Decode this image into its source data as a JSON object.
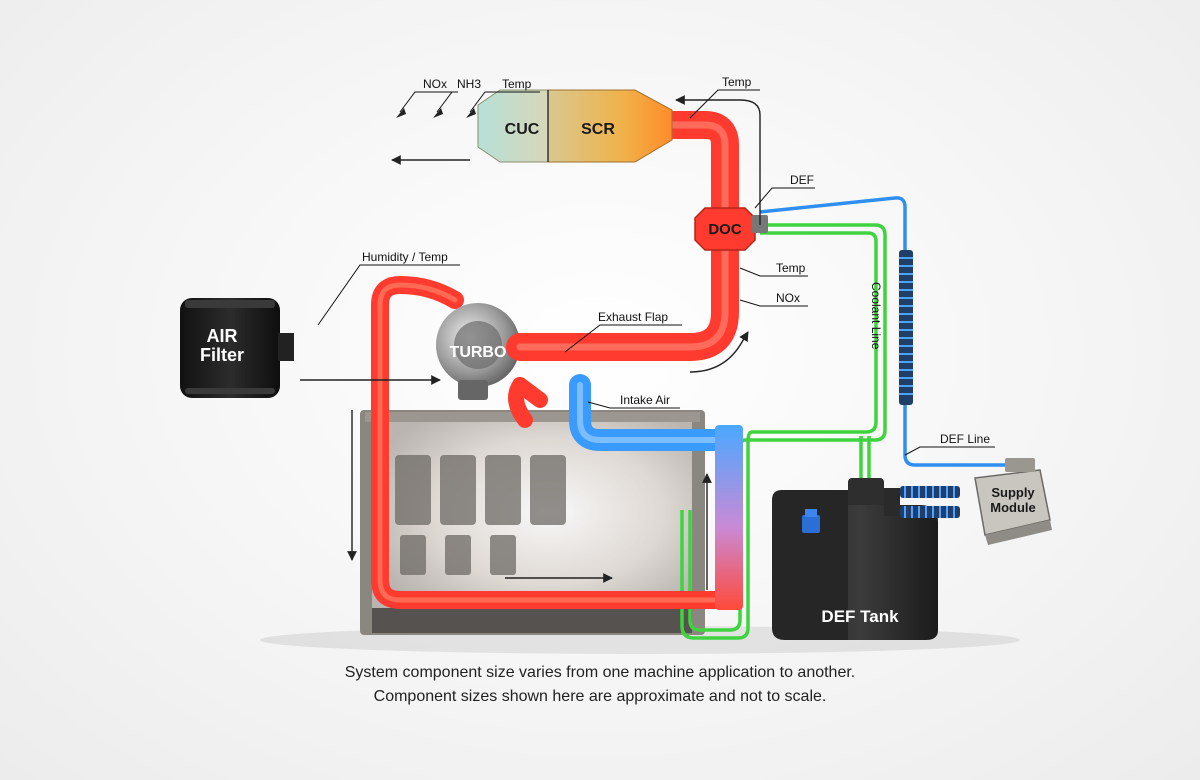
{
  "components": {
    "cuc": "CUC",
    "scr": "SCR",
    "doc": "DOC",
    "turbo": "TURBO",
    "air_filter": [
      "AIR",
      "Filter"
    ],
    "def_tank": "DEF Tank",
    "supply_module": [
      "Supply",
      "Module"
    ]
  },
  "sensors": {
    "nox_top": "NOx",
    "nh3_top": "NH3",
    "temp_top": "Temp",
    "temp_scr_out": "Temp",
    "def_inject": "DEF",
    "temp_doc": "Temp",
    "nox_doc": "NOx",
    "humidity_temp": "Humidity / Temp",
    "exhaust_flap": "Exhaust Flap",
    "intake_air": "Intake Air",
    "coolant_line": "Coolant Line",
    "def_line": "DEF Line"
  },
  "caption": {
    "line1": "System component size varies from one machine application to another.",
    "line2": "Component sizes shown here are approximate and not to scale."
  },
  "colors": {
    "exhaust_hot": "#ff3b30",
    "exhaust_warm": "#ff8a3d",
    "intake_cold": "#4aa8ff",
    "coolant": "#3fd43f",
    "def_line": "#2f8ff0",
    "component_dark": "#1f1f1f"
  }
}
